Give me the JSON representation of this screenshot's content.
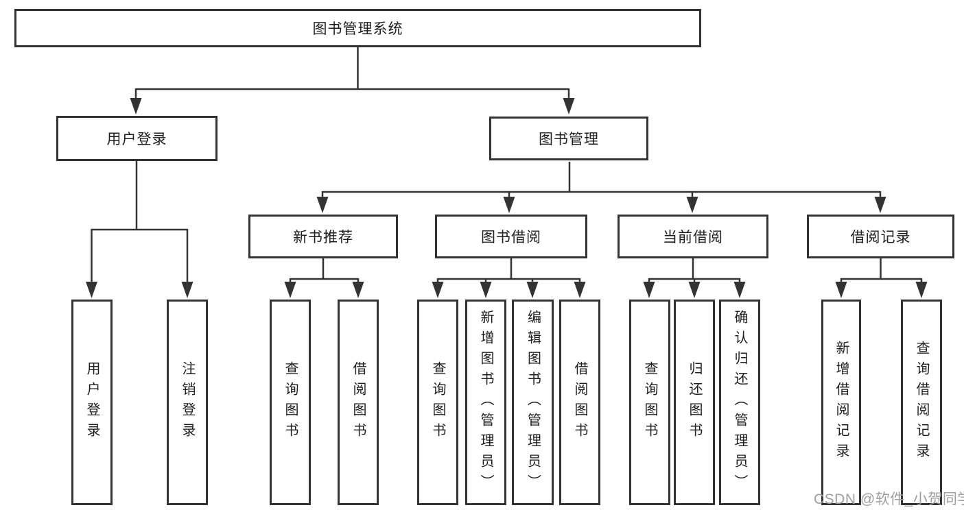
{
  "diagram": {
    "root": "图书管理系统",
    "branches": [
      {
        "label": "用户登录",
        "children": [
          "用户登录",
          "注销登录"
        ]
      },
      {
        "label": "图书管理",
        "children": [
          {
            "label": "新书推荐",
            "children": [
              "查询图书",
              "借阅图书"
            ]
          },
          {
            "label": "图书借阅",
            "children": [
              "查询图书",
              "新增图书（管理员）",
              "编辑图书（管理员）",
              "借阅图书"
            ]
          },
          {
            "label": "当前借阅",
            "children": [
              "查询图书",
              "归还图书",
              "确认归还（管理员）"
            ]
          },
          {
            "label": "借阅记录",
            "children": [
              "新增借阅记录",
              "查询借阅记录"
            ]
          }
        ]
      }
    ]
  },
  "watermark": {
    "text": "CSDN @软件_小贺同学",
    "color": "#9e9e9e"
  },
  "colors": {
    "line": "#333333",
    "box_border": "#333333",
    "text": "#1e1e1e",
    "background": "#ffffff"
  }
}
